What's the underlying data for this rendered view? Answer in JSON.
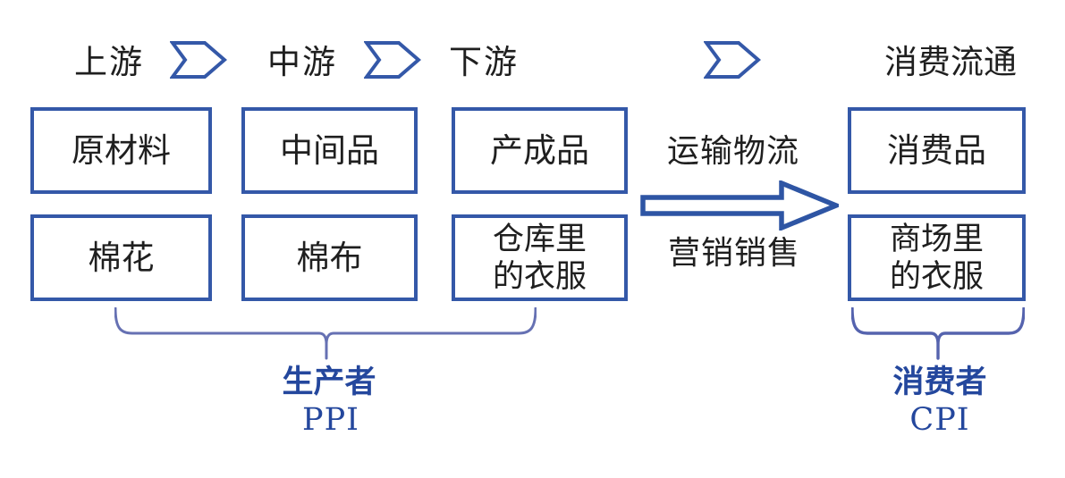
{
  "palette": {
    "shape_blue": "#3458a8",
    "arrow_blue": "#2e55a4",
    "brace_blue": "#6671b3",
    "label_blue": "#24479d",
    "text_black": "#1f1f1f"
  },
  "stage_labels": [
    {
      "label": "上游"
    },
    {
      "label": "中游"
    },
    {
      "label": "下游"
    },
    {
      "label": "消费流通"
    }
  ],
  "boxes": {
    "raw_materials": {
      "lines": [
        "原材料"
      ]
    },
    "intermediate_goods": {
      "lines": [
        "中间品"
      ]
    },
    "finished_goods": {
      "lines": [
        "产成品"
      ]
    },
    "consumer_goods": {
      "lines": [
        "消费品"
      ]
    },
    "cotton": {
      "lines": [
        "棉花"
      ]
    },
    "cotton_cloth": {
      "lines": [
        "棉布"
      ]
    },
    "warehouse_clothes": {
      "lines": [
        "仓库里",
        "的衣服"
      ]
    },
    "mall_clothes": {
      "lines": [
        "商场里",
        "的衣服"
      ]
    }
  },
  "flow": {
    "transport": "运输物流",
    "marketing": "营销销售"
  },
  "producer": {
    "title": "生产者",
    "index": "PPI"
  },
  "consumer": {
    "title": "消费者",
    "index": "CPI"
  },
  "icons": {
    "chevron": "chevron-right-icon",
    "arrow": "flow-right-arrow",
    "brace": "underbrace"
  }
}
